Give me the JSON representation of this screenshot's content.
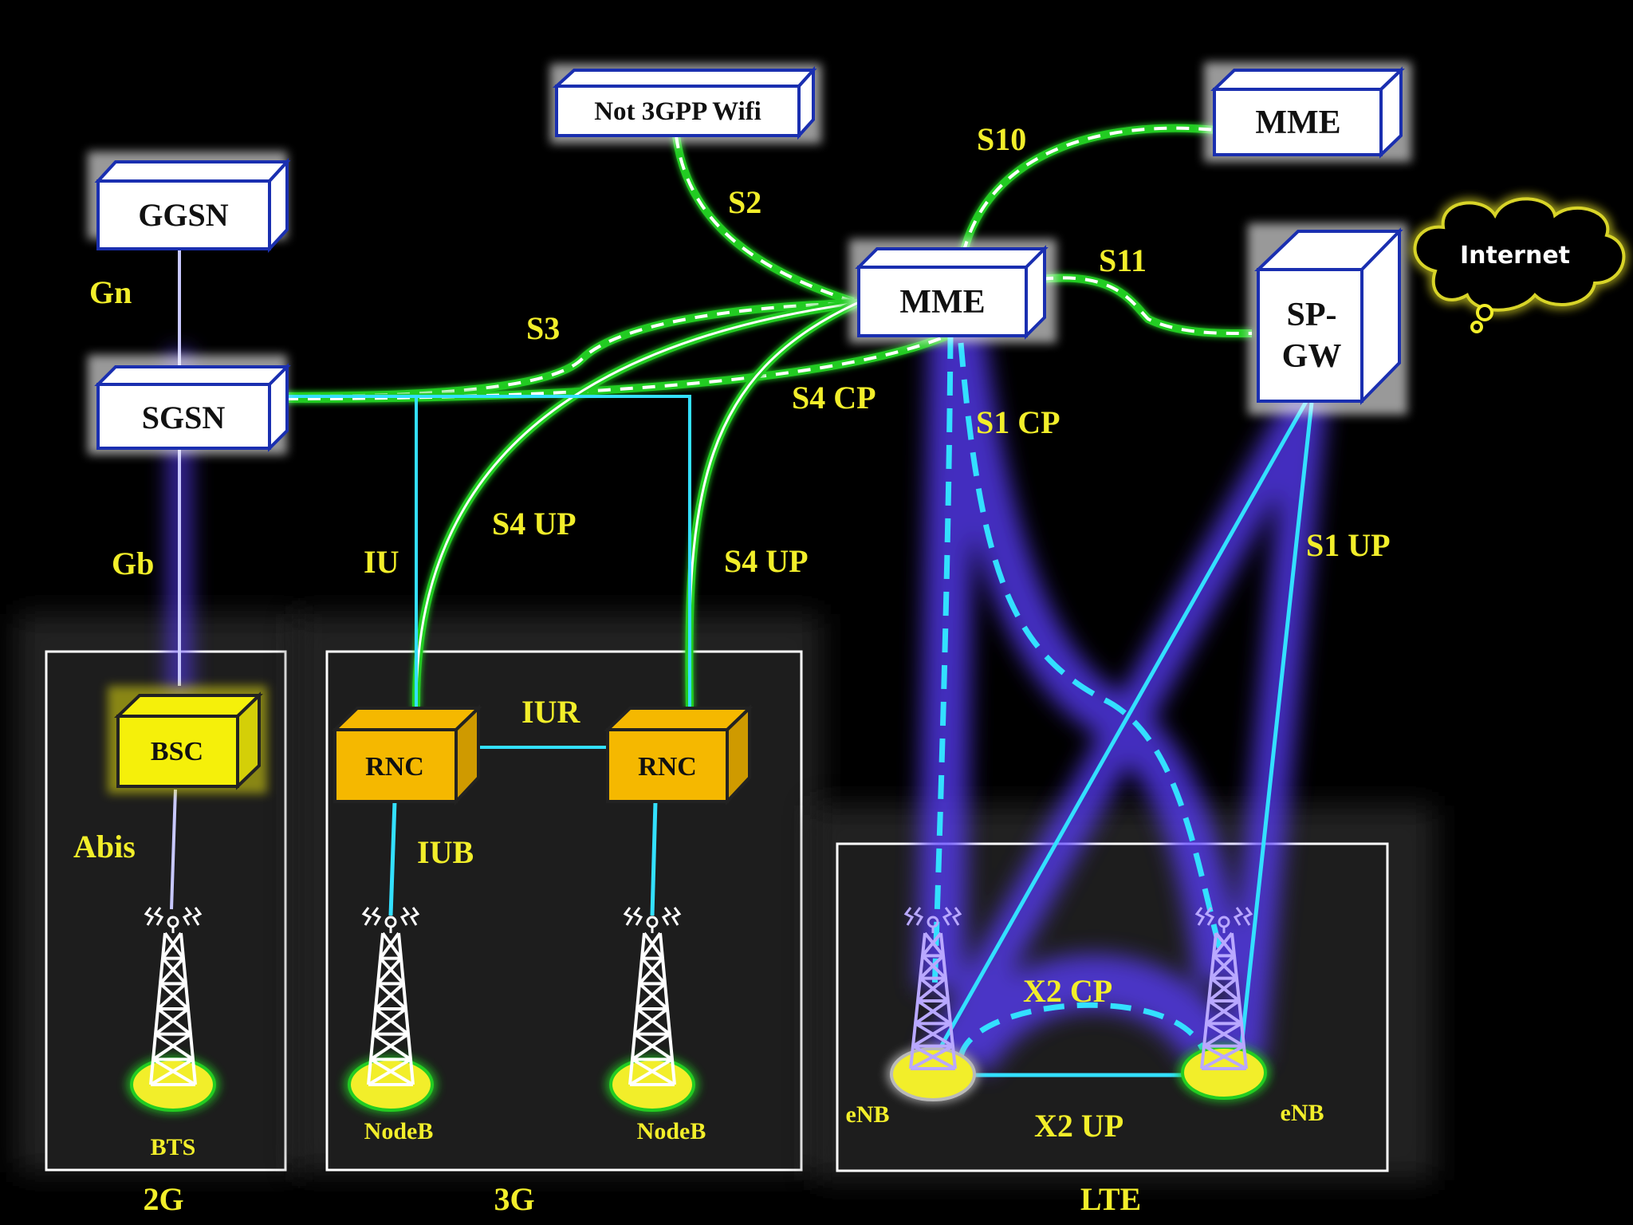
{
  "nodes": {
    "ggsn": "GGSN",
    "sgsn": "SGSN",
    "wifi": "Not 3GPP Wifi",
    "mme_main": "MME",
    "mme_peer": "MME",
    "spgw_line1": "SP-",
    "spgw_line2": "GW",
    "internet": "Internet",
    "bsc": "BSC",
    "rnc_left": "RNC",
    "rnc_right": "RNC",
    "bts": "BTS",
    "nodeb_left": "NodeB",
    "nodeb_right": "NodeB",
    "enb_left": "eNB",
    "enb_right": "eNB"
  },
  "interfaces": {
    "gn": "Gn",
    "gb": "Gb",
    "abis": "Abis",
    "s2": "S2",
    "s3": "S3",
    "s10": "S10",
    "s11": "S11",
    "s4cp": "S4 CP",
    "s4up_left": "S4 UP",
    "s4up_right": "S4 UP",
    "iu": "IU",
    "iur": "IUR",
    "iub": "IUB",
    "s1cp": "S1 CP",
    "s1up": "S1 UP",
    "x2cp": "X2 CP",
    "x2up": "X2 UP"
  },
  "areas": {
    "g2": "2G",
    "g3": "3G",
    "lte": "LTE"
  },
  "colors": {
    "background": "#000000",
    "control_plane_green": "#22cc22",
    "user_plane_cyan": "#33e0ff",
    "lte_glow_purple": "#6a4cff",
    "label_yellow": "#f2ee2a",
    "node_box_border": "#1a2fb0",
    "bsc_fill": "#f5f00a",
    "rnc_fill": "#f5b800"
  }
}
